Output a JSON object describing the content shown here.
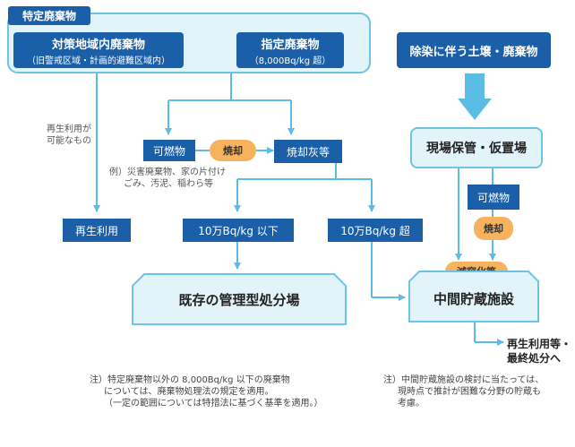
{
  "colors": {
    "navy": "#1a5fa8",
    "light_fill": "#e3f3fa",
    "light_border": "#6ec4e6",
    "orange": "#f7b25e",
    "arrow": "#5bbde6"
  },
  "group": {
    "tag": "特定廃棄物"
  },
  "nodes": {
    "taisaku_title": "対策地域内廃棄物",
    "taisaku_sub": "（旧警戒区域・計画的避難区域内）",
    "shitei_title": "指定廃棄物",
    "shitei_sub": "（8,000Bq/kg 超）",
    "josen": "除染に伴う土壌・廃棄物",
    "kanen_left": "可燃物",
    "shoukyaku_pill": "焼却",
    "shoukyakubai": "焼却灰等",
    "genba": "現場保管・仮置場",
    "kanen_right": "可燃物",
    "shoukyaku_pill2": "焼却",
    "genyouka": "減容化等",
    "saisei": "再生利用",
    "under": "10万Bq/kg 以下",
    "over": "10万Bq/kg 超",
    "kizon": "既存の管理型処分場",
    "chukan": "中間貯蔵施設"
  },
  "side_text": [
    "再生利用が",
    "可能なもの"
  ],
  "example": [
    "例）災害廃棄物、家の片付け",
    "ごみ、汚泥、稲わら等"
  ],
  "end_text": [
    "再生利用等・",
    "最終処分へ"
  ],
  "notes": {
    "left": [
      "注）特定廃棄物以外の 8,000Bq/kg 以下の廃棄物",
      "については、廃棄物処理法の規定を適用。",
      "（一定の範囲については特措法に基づく基準を適用。）"
    ],
    "right": [
      "注）中間貯蔵施設の検討に当たっては、",
      "現時点で推計が困難な分野の貯蔵も",
      "考慮。"
    ]
  }
}
